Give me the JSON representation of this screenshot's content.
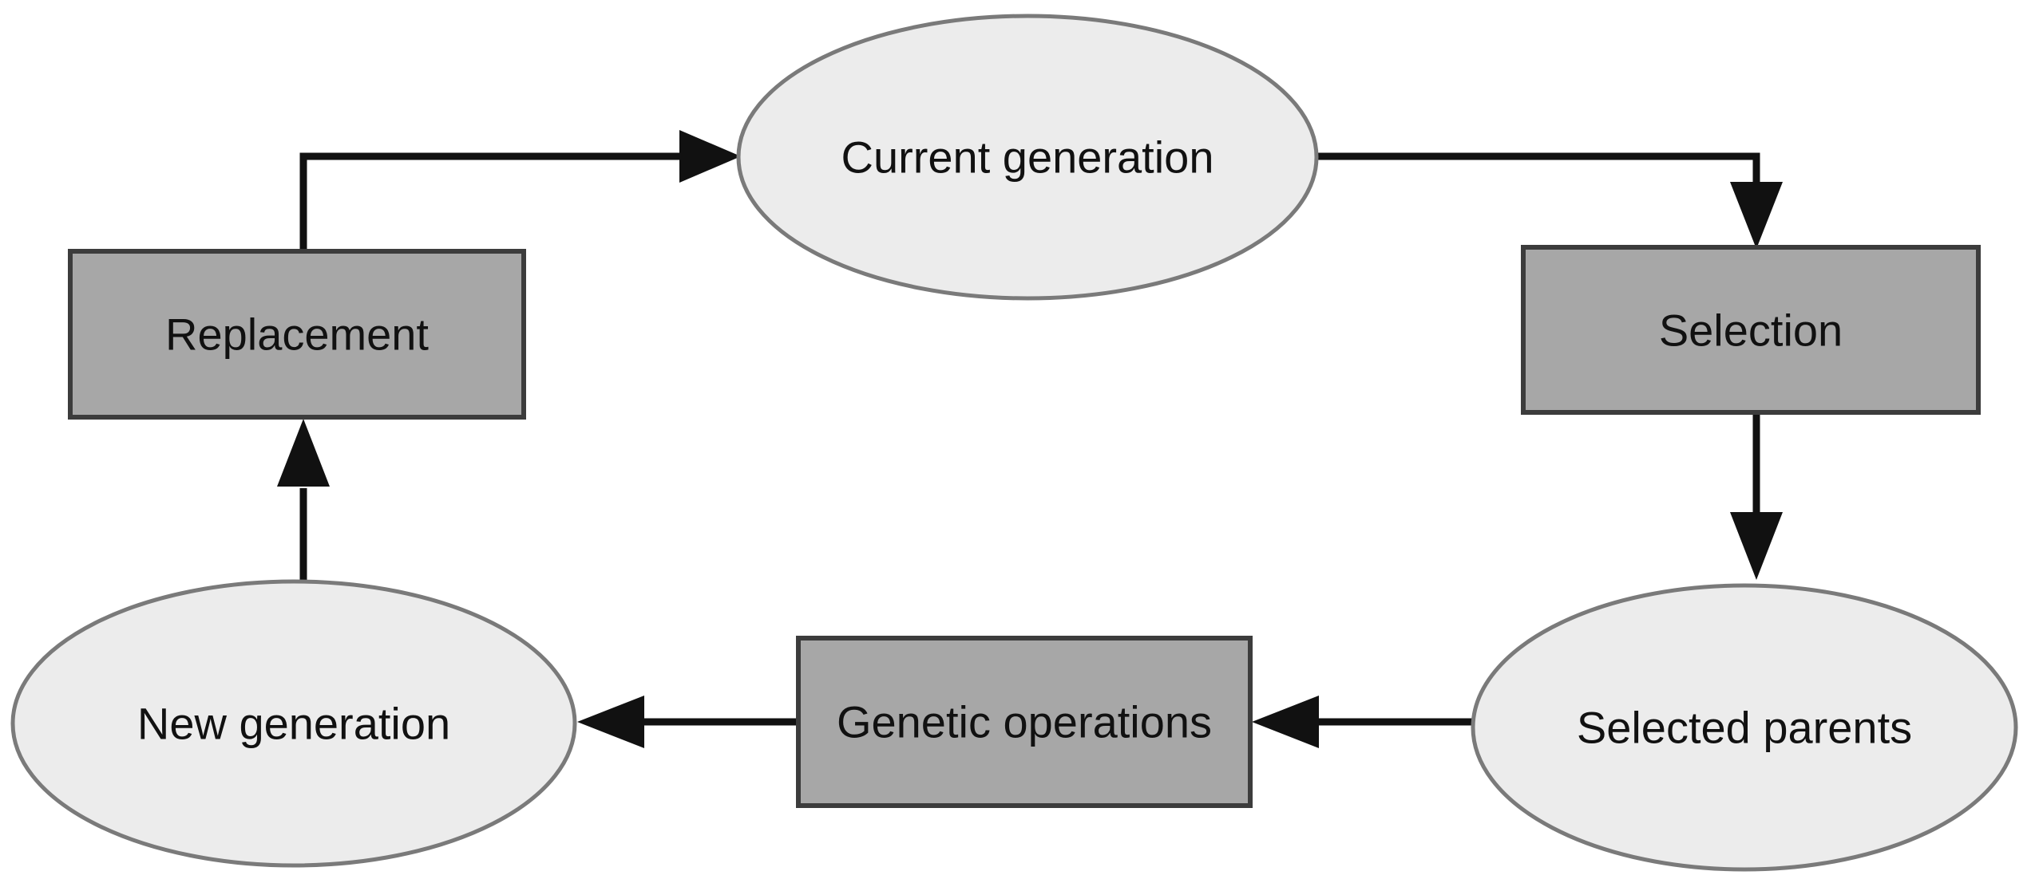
{
  "colors": {
    "background": "#ffffff",
    "ellipse_fill": "#ececec",
    "ellipse_stroke": "#7a7a7a",
    "rect_fill": "#a7a7a7",
    "rect_stroke": "#3c3c3c",
    "arrow": "#111111",
    "text": "#111111"
  },
  "nodes": {
    "current_generation": {
      "label": "Current generation",
      "shape": "ellipse"
    },
    "selection": {
      "label": "Selection",
      "shape": "rect"
    },
    "selected_parents": {
      "label": "Selected parents",
      "shape": "ellipse"
    },
    "genetic_operations": {
      "label": "Genetic operations",
      "shape": "rect"
    },
    "new_generation": {
      "label": "New generation",
      "shape": "ellipse"
    },
    "replacement": {
      "label": "Replacement",
      "shape": "rect"
    }
  },
  "edges": [
    {
      "from": "replacement",
      "to": "current_generation",
      "style": "elbow-up-right"
    },
    {
      "from": "current_generation",
      "to": "selection",
      "style": "elbow-right-down"
    },
    {
      "from": "selection",
      "to": "selected_parents",
      "style": "straight-down"
    },
    {
      "from": "selected_parents",
      "to": "genetic_operations",
      "style": "straight-left"
    },
    {
      "from": "genetic_operations",
      "to": "new_generation",
      "style": "straight-left"
    },
    {
      "from": "new_generation",
      "to": "replacement",
      "style": "straight-up"
    }
  ]
}
